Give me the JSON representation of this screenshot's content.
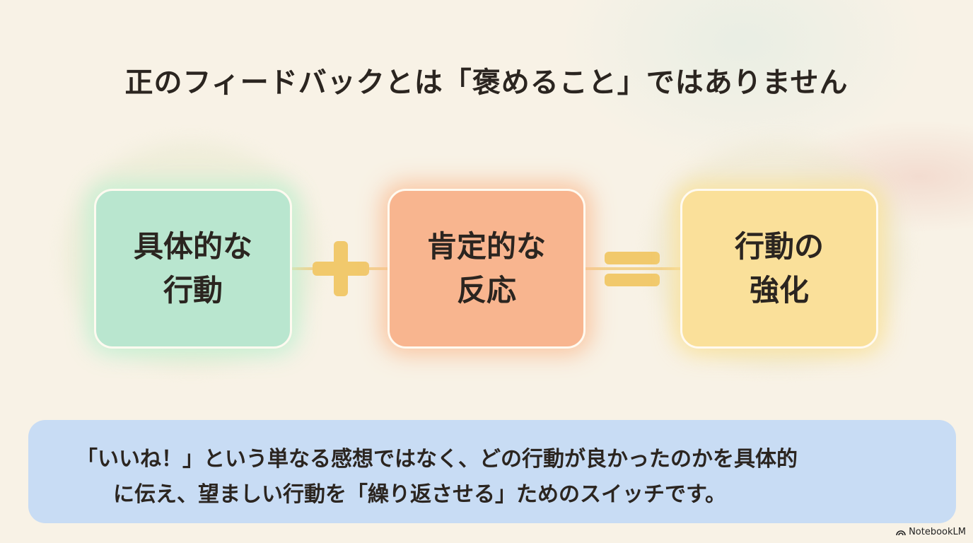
{
  "title": "正のフィードバックとは「褒めること」ではありません",
  "boxes": [
    {
      "line1": "具体的な",
      "line2": "行動",
      "color": "#b9e6cf"
    },
    {
      "line1": "肯定的な",
      "line2": "反応",
      "color": "#f8b58f"
    },
    {
      "line1": "行動の",
      "line2": "強化",
      "color": "#fae09a"
    }
  ],
  "operators": {
    "plus": "plus",
    "equals": "equals"
  },
  "description": {
    "line1": "「いいね！」という単なる感想ではなく、どの行動が良かったのかを具体的",
    "line2": "に伝え、望ましい行動を「繰り返させる」ためのスイッチです。"
  },
  "logo": "NotebookLM"
}
